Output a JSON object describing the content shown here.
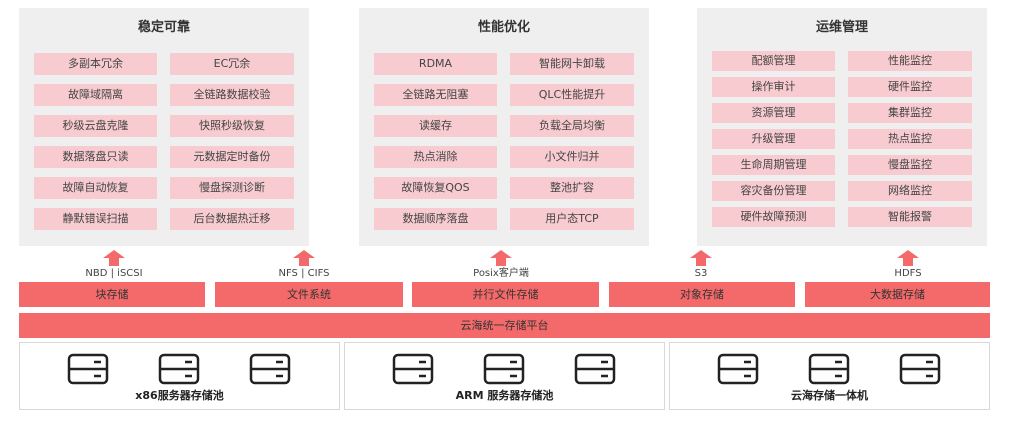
{
  "panels": [
    {
      "title": "稳定可靠",
      "left": [
        "多副本冗余",
        "故障域隔离",
        "秒级云盘克隆",
        "数据落盘只读",
        "故障自动恢复",
        "静默错误扫描"
      ],
      "right": [
        "EC冗余",
        "全链路数据校验",
        "快照秒级恢复",
        "元数据定时备份",
        "慢盘探测诊断",
        "后台数据热迁移"
      ]
    },
    {
      "title": "性能优化",
      "left": [
        "RDMA",
        "全链路无阻塞",
        "读缓存",
        "热点消除",
        "故障恢复QOS",
        "数据顺序落盘"
      ],
      "right": [
        "智能网卡卸载",
        "QLC性能提升",
        "负载全局均衡",
        "小文件归并",
        "整池扩容",
        "用户态TCP"
      ]
    },
    {
      "title": "运维管理",
      "left": [
        "配额管理",
        "操作审计",
        "资源管理",
        "升级管理",
        "生命周期管理",
        "容灾备份管理",
        "硬件故障预测"
      ],
      "right": [
        "性能监控",
        "硬件监控",
        "集群监控",
        "热点监控",
        "慢盘监控",
        "网络监控",
        "智能报警"
      ]
    }
  ],
  "protocols": [
    "NBD | iSCSI",
    "NFS | CIFS",
    "Posix客户端",
    "S3",
    "HDFS"
  ],
  "services": [
    "块存储",
    "文件系统",
    "并行文件存储",
    "对象存储",
    "大数据存储"
  ],
  "platform": "云海统一存储平台",
  "pools": [
    "x86服务器存储池",
    "ARM 服务器存储池",
    "云海存储一体机"
  ],
  "colors": {
    "accent": "#f46a6a",
    "cell": "#f7cbcf",
    "panel": "#efefef"
  },
  "icons": [
    "arrow-up-icon",
    "server-icon"
  ]
}
